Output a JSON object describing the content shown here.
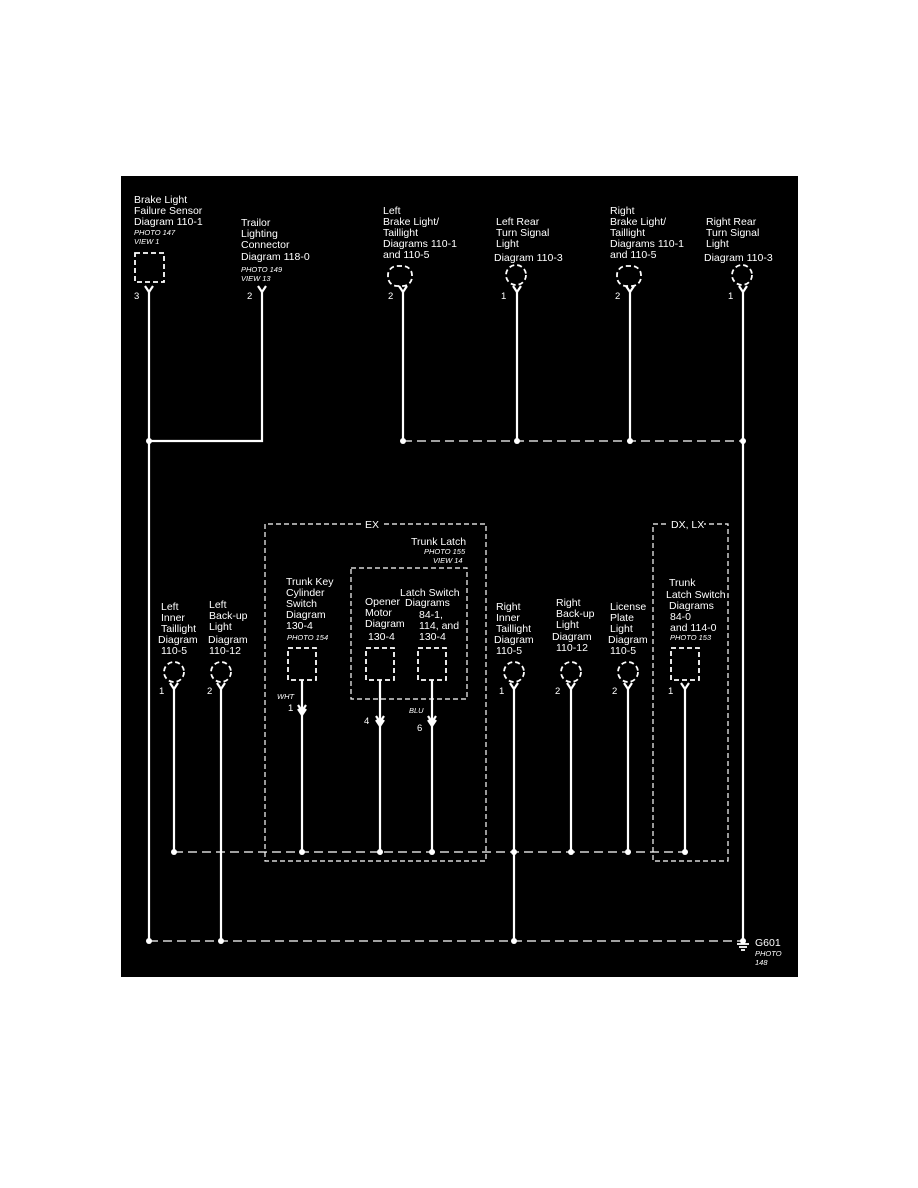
{
  "components": {
    "brake_failure_sensor": {
      "lines": [
        "Brake Light",
        "Failure Sensor",
        "Diagram 110-1"
      ],
      "photo": [
        "PHOTO 147",
        "VIEW 1"
      ],
      "pin": "3"
    },
    "trailor_connector": {
      "lines": [
        "Trailor",
        "Lighting",
        "Connector",
        "Diagram 118-0"
      ],
      "photo": [
        "PHOTO 149",
        "VIEW 13"
      ],
      "pin": "2"
    },
    "left_brake_taillight": {
      "lines": [
        "Left",
        "Brake Light/",
        "Taillight",
        "Diagrams 110-1",
        "and 110-5"
      ],
      "pin": "2"
    },
    "left_rear_turn": {
      "lines": [
        "Left Rear",
        "Turn Signal",
        "Light",
        "Diagram  110-3"
      ],
      "pin": "1"
    },
    "right_brake_taillight": {
      "lines": [
        "Right",
        "Brake Light/",
        "Taillight",
        "Diagrams 110-1",
        "and 110-5"
      ],
      "pin": "2"
    },
    "right_rear_turn": {
      "lines": [
        "Right Rear",
        "Turn Signal",
        "Light",
        "Diagram 110-3"
      ],
      "pin": "1"
    },
    "left_inner_taillight": {
      "lines": [
        "Left",
        "Inner",
        "Taillight",
        "Diagram",
        "110-5"
      ],
      "pin": "1"
    },
    "left_backup_light": {
      "lines": [
        "Left",
        "Back-up",
        "Light",
        "Diagram",
        "110-12"
      ],
      "pin": "2"
    },
    "trunk_key_cylinder": {
      "lines": [
        "Trunk Key",
        "Cylinder",
        "Switch",
        "Diagram",
        "130-4"
      ],
      "photo": [
        "PHOTO 154"
      ],
      "pin": "1",
      "wire_color": "WHT"
    },
    "trunk_latch": {
      "lines": [
        "Trunk Latch"
      ],
      "photo": [
        "PHOTO 155",
        "VIEW 14"
      ]
    },
    "opener_motor": {
      "lines": [
        "Opener",
        "Motor",
        "Diagram",
        "130-4"
      ],
      "pin": "4"
    },
    "latch_switch": {
      "lines": [
        "Latch Switch",
        "Diagrams",
        "84-1,",
        "114, and",
        "130-4"
      ],
      "pin": "6",
      "wire_color": "BLU"
    },
    "right_inner_taillight": {
      "lines": [
        "Right",
        "Inner",
        "Taillight",
        "Diagram",
        "110-5"
      ],
      "pin": "1"
    },
    "right_backup_light": {
      "lines": [
        "Right",
        "Back-up",
        "Light",
        "Diagram",
        "110-12"
      ],
      "pin": "2"
    },
    "license_plate_light": {
      "lines": [
        "License",
        "Plate",
        "Light",
        "Diagram",
        "110-5"
      ],
      "pin": "2"
    },
    "trunk_latch_switch_dxlx": {
      "lines": [
        "Trunk",
        "Latch Switch",
        "Diagrams",
        "84-0",
        "and 114-0"
      ],
      "photo": [
        "PHOTO 153"
      ],
      "pin": "1"
    }
  },
  "regions": {
    "ex": "EX",
    "dxlx": "DX, LX"
  },
  "ground": {
    "name": "G601",
    "photo": [
      "PHOTO",
      "148"
    ]
  }
}
